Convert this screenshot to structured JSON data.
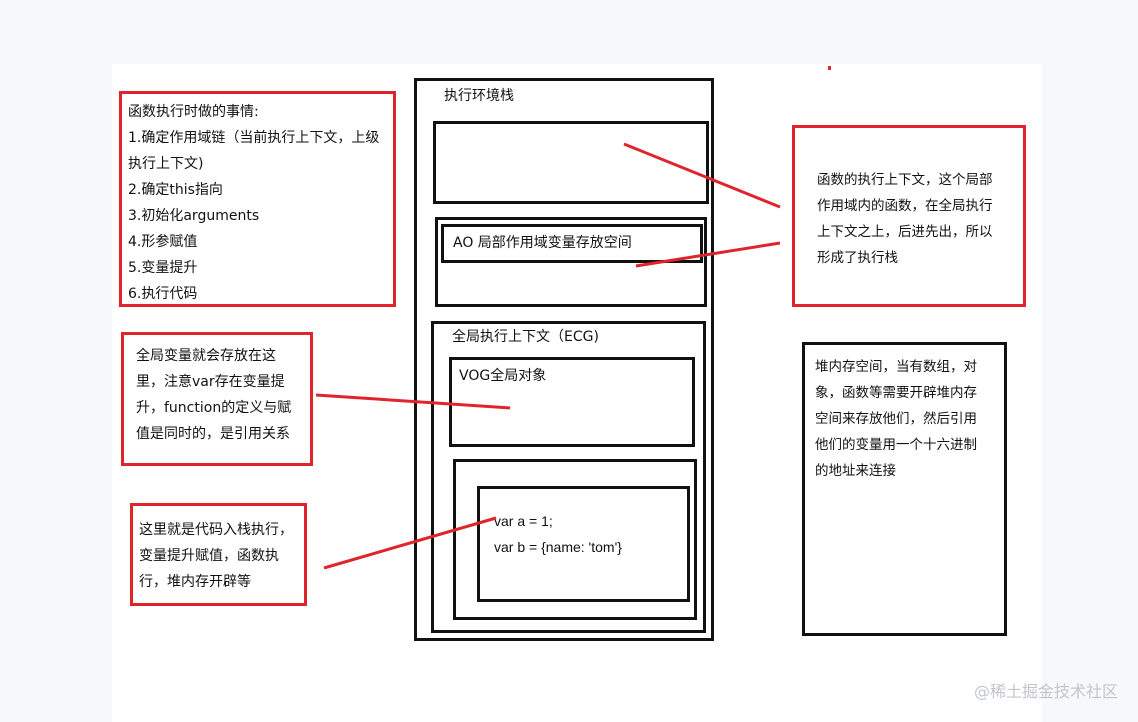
{
  "left_notes": {
    "steps": {
      "title": "函数执行时做的事情:",
      "lines": [
        "1.确定作用域链（当前执行上下文，上级",
        "执行上下文)",
        "2.确定this指向",
        "3.初始化arguments",
        "4.形参赋值",
        "5.变量提升",
        "6.执行代码"
      ]
    },
    "global_vars": {
      "lines": [
        "全局变量就会存放在这",
        "里，注意var存在变量提",
        "升，function的定义与赋",
        "值是同时的，是引用关系"
      ]
    },
    "code_push": {
      "lines": [
        "这里就是代码入栈执行，",
        "变量提升赋值，函数执",
        "行，堆内存开辟等"
      ]
    }
  },
  "stack": {
    "title": "执行环境栈",
    "ao_label": "AO 局部作用域变量存放空间",
    "ecg_label": "全局执行上下文（ECG)",
    "vog_label": "VOG全局对象",
    "code_lines": [
      "var a = 1;",
      "var b = {name: 'tom'}"
    ]
  },
  "right_notes": {
    "function_context": {
      "lines": [
        "函数的执行上下文，这个局部",
        "作用域内的函数，在全局执行",
        "上下文之上，后进先出，所以",
        "形成了执行栈"
      ]
    },
    "heap": {
      "lines": [
        "堆内存空间，当有数组，对",
        "象，函数等需要开辟堆内存",
        "空间来存放他们，然后引用",
        "他们的变量用一个十六进制",
        "的地址来连接"
      ]
    }
  },
  "watermark": "@稀土掘金技术社区",
  "colors": {
    "annotation_border": "#e0242b",
    "stack_border": "#111111",
    "connector": "#e0242b"
  }
}
